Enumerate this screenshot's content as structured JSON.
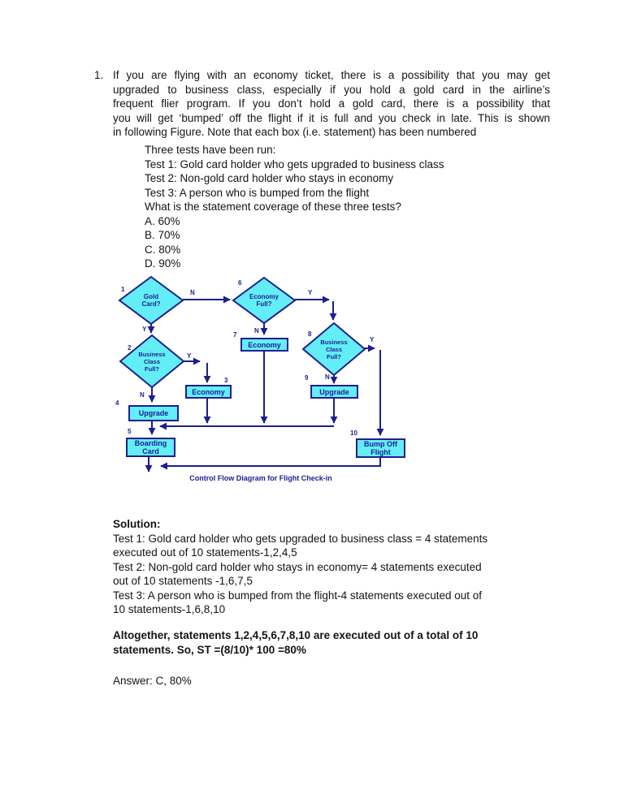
{
  "question": {
    "number": "1.",
    "lines": [
      "If you are flying with an economy ticket, there is a possibility that you may get",
      "upgraded to business class, especially if you hold a gold card in the airline’s",
      "frequent flier program. If you don’t hold a gold card, there is a possibility that",
      "you will get ‘bumped’ off the flight if it is full and you check in late. This is shown",
      "in following Figure. Note that each box (i.e. statement) has been numbered"
    ],
    "sub_lines": [
      "Three tests have been run:",
      "Test 1: Gold card holder who gets upgraded to business class",
      "Test 2: Non-gold card holder who stays in economy",
      "Test 3: A person who is bumped from the flight",
      "What is the statement coverage of these three tests?",
      "A. 60%",
      "B. 70%",
      "C. 80%",
      "D. 90%"
    ]
  },
  "diagram": {
    "caption": "Control Flow Diagram for Flight Check-in",
    "colors": {
      "node_fill": "#63eef7",
      "node_border": "#1e1e8f",
      "line": "#1e1e8f",
      "label_text": "#1e1e8f"
    },
    "nodes": [
      {
        "number": "1",
        "type": "decision",
        "label": "Gold\nCard?"
      },
      {
        "number": "2",
        "type": "decision",
        "label": "Business\nClass\nFull?"
      },
      {
        "number": "3",
        "type": "process",
        "label": "Economy"
      },
      {
        "number": "4",
        "type": "process",
        "label": "Upgrade"
      },
      {
        "number": "5",
        "type": "process",
        "label": "Boarding\nCard"
      },
      {
        "number": "6",
        "type": "decision",
        "label": "Economy\nFull?"
      },
      {
        "number": "7",
        "type": "process",
        "label": "Economy"
      },
      {
        "number": "8",
        "type": "decision",
        "label": "Business\nClass\nFull?"
      },
      {
        "number": "9",
        "type": "process",
        "label": "Upgrade"
      },
      {
        "number": "10",
        "type": "process",
        "label": "Bump Off\nFlight"
      }
    ],
    "edge_labels": [
      {
        "name": "gold-card-no",
        "text": "N"
      },
      {
        "name": "gold-card-yes",
        "text": "Y"
      },
      {
        "name": "economy-full-yes",
        "text": "Y"
      },
      {
        "name": "economy-full-no",
        "text": "N"
      },
      {
        "name": "business-class-full-2-yes",
        "text": "Y"
      },
      {
        "name": "business-class-full-2-no",
        "text": "N"
      },
      {
        "name": "business-class-full-8-yes",
        "text": "Y"
      },
      {
        "name": "business-class-full-8-no",
        "text": "N"
      }
    ]
  },
  "solution": {
    "heading": "Solution:",
    "lines": [
      "Test 1: Gold card holder who gets upgraded to business class = 4 statements",
      "executed out of 10 statements-1,2,4,5",
      "Test 2: Non-gold card holder who stays in economy= 4 statements executed",
      "out of 10 statements -1,6,7,5",
      "Test 3: A person who is bumped from the flight-4 statements executed out of",
      "10 statements-1,6,8,10"
    ],
    "bold_lines": [
      "Altogether, statements 1,2,4,5,6,7,8,10 are executed out of a total of 10",
      "statements. So, ST =(8/10)* 100 =80%"
    ],
    "answer": "Answer: C, 80%"
  }
}
